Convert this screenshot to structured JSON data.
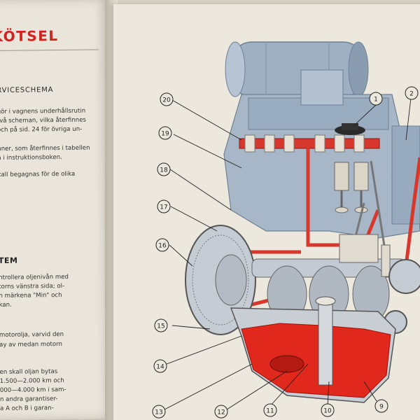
{
  "left_page": {
    "heading": "KÖTSEL",
    "service_heading": "RVICESCHEMA",
    "service_lines": [
      "gör i vagnens underhållsrutin",
      "två scheman, vilka återfinnes",
      "och på sid. 24 för övriga un-",
      "nner, som återfinnes i tabellen",
      "a i instruktionsboken.",
      "kall begagnas för de olika"
    ],
    "system_heading": "TEM",
    "oil_lines": [
      "ntrollera oljenivån med",
      "torns vänstra sida; ol-",
      "n märkena \"Min\" och",
      "kan."
    ],
    "motor_lines": [
      "motorolja, varvid den",
      "ay av medan motorn"
    ],
    "change_lines": [
      "en skall oljan bytas",
      "1.500—2.000 km och",
      "000—4.000 km i sam-",
      "n andra garantiser-",
      "a A och B i garan-"
    ]
  },
  "diagram": {
    "callouts": [
      "1",
      "2",
      "9",
      "10",
      "11",
      "12",
      "13",
      "14",
      "15",
      "16",
      "17",
      "18",
      "19",
      "20"
    ]
  }
}
